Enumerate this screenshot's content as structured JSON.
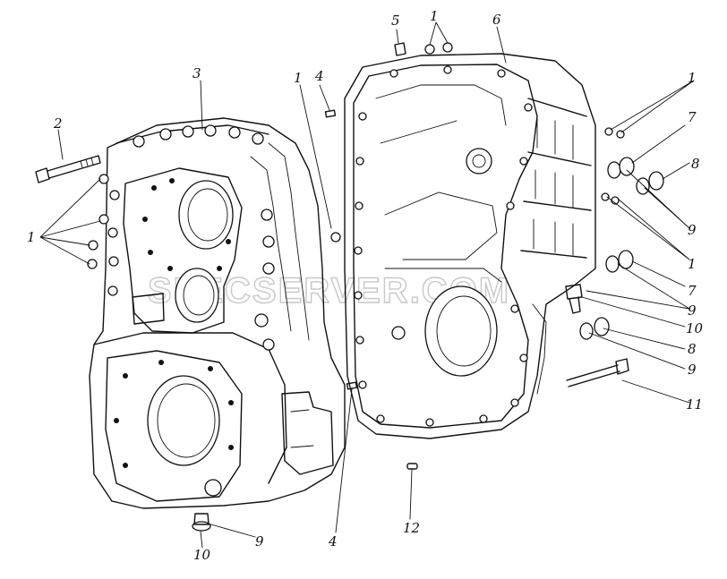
{
  "watermark": "SPECSERVER.COM",
  "callouts": [
    {
      "id": "c1",
      "text": "1"
    },
    {
      "id": "c2",
      "text": "1"
    },
    {
      "id": "c3",
      "text": "1"
    },
    {
      "id": "c4",
      "text": "1"
    },
    {
      "id": "c5",
      "text": "1"
    },
    {
      "id": "c6",
      "text": "2"
    },
    {
      "id": "c7",
      "text": "3"
    },
    {
      "id": "c8",
      "text": "4"
    },
    {
      "id": "c9",
      "text": "4"
    },
    {
      "id": "c10",
      "text": "5"
    },
    {
      "id": "c11",
      "text": "6"
    },
    {
      "id": "c12",
      "text": "7"
    },
    {
      "id": "c13",
      "text": "7"
    },
    {
      "id": "c14",
      "text": "8"
    },
    {
      "id": "c15",
      "text": "8"
    },
    {
      "id": "c16",
      "text": "9"
    },
    {
      "id": "c17",
      "text": "9"
    },
    {
      "id": "c18",
      "text": "9"
    },
    {
      "id": "c19",
      "text": "9"
    },
    {
      "id": "c20",
      "text": "10"
    },
    {
      "id": "c21",
      "text": "10"
    },
    {
      "id": "c22",
      "text": "11"
    },
    {
      "id": "c23",
      "text": "12"
    }
  ]
}
